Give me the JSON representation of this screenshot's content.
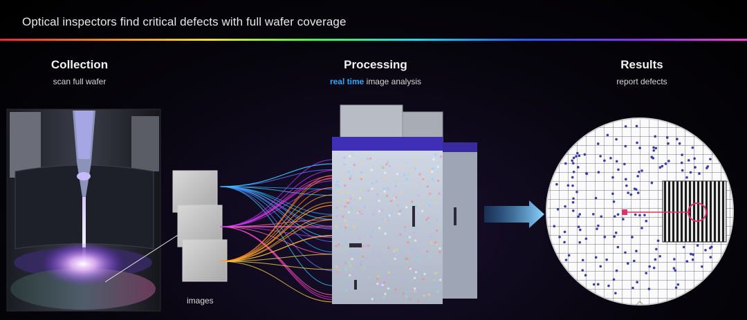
{
  "title": "Optical inspectors find critical defects with full wafer coverage",
  "collection": {
    "heading": "Collection",
    "subtitle": "scan full wafer"
  },
  "processing": {
    "heading": "Processing",
    "subtitle_highlight": "real time",
    "subtitle_rest": " image analysis"
  },
  "results": {
    "heading": "Results",
    "subtitle": "report defects"
  },
  "images_label": "images",
  "colors": {
    "highlight": "#2ea8ff",
    "defect": "#3a3aa8",
    "marker": "#e0306a",
    "arrow": "#6fc3f5"
  }
}
